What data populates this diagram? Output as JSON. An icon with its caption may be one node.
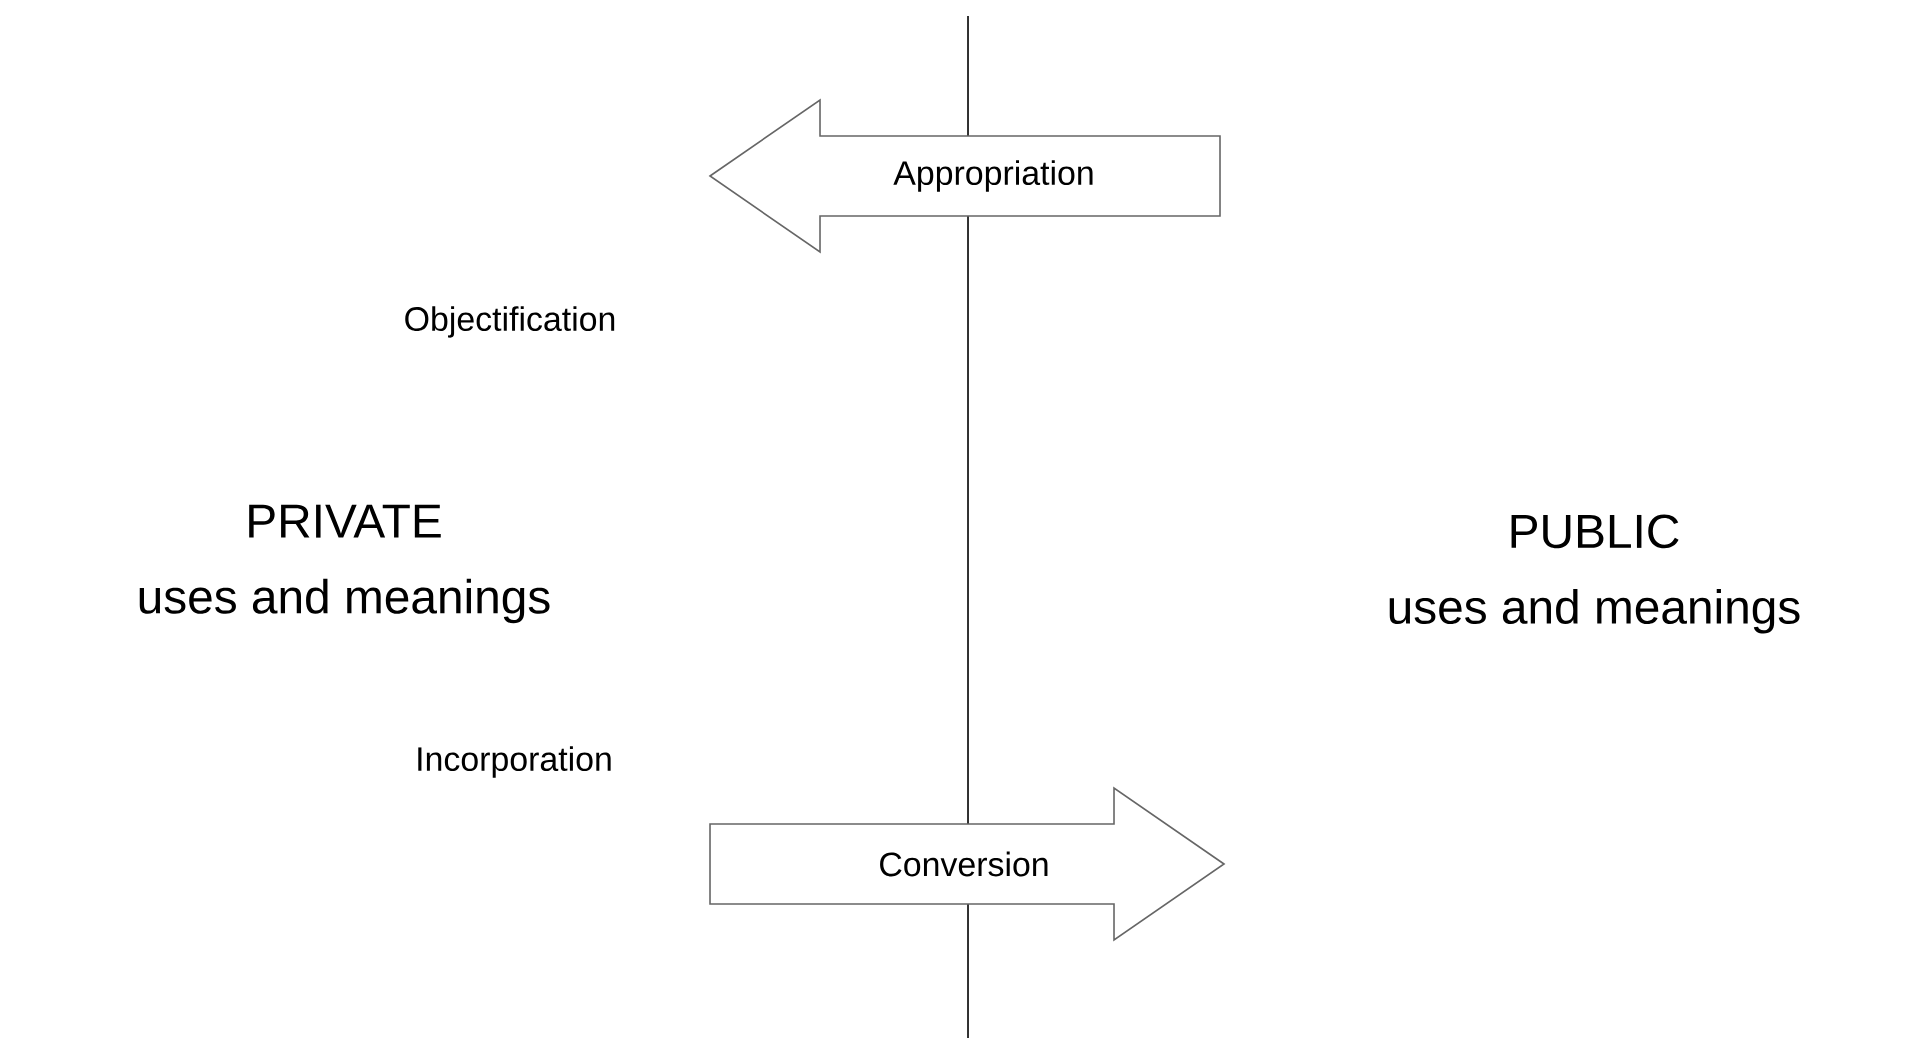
{
  "diagram": {
    "nodes": [
      {
        "text": [
          "Appropriation"
        ]
      },
      {
        "text": [
          "PRIVATE",
          "uses and meanings"
        ]
      },
      {
        "text": [
          "PUBLIC",
          "uses and meanings"
        ]
      },
      {
        "text": [
          "Conversion"
        ]
      }
    ],
    "labels": [
      "Objectification",
      "Incorporation"
    ]
  }
}
